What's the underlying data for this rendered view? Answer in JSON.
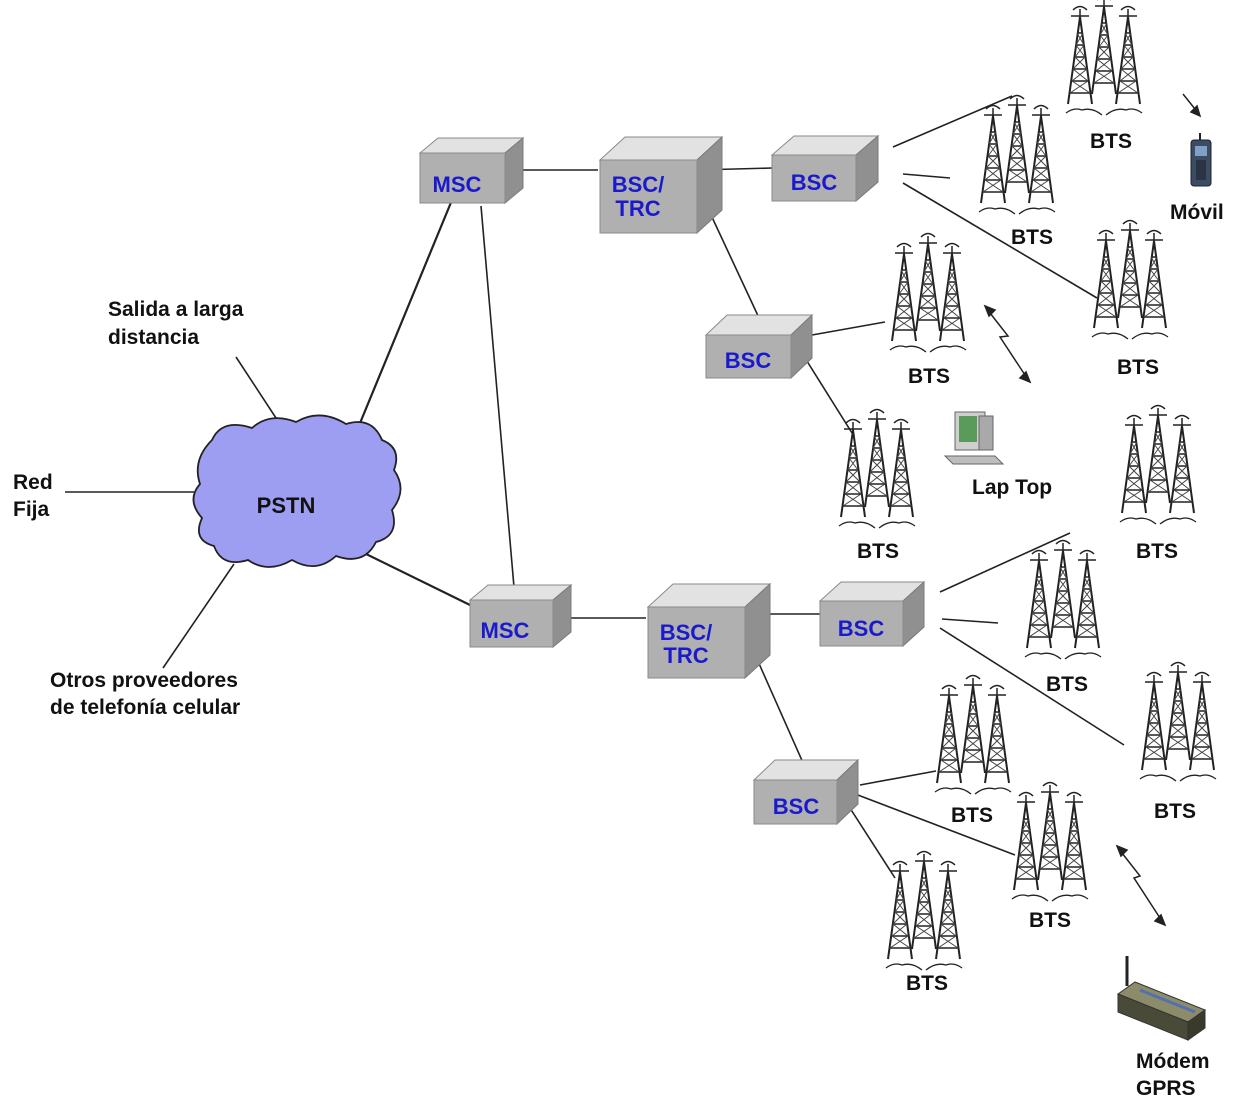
{
  "cloud": {
    "label": "PSTN"
  },
  "labels": {
    "salida_line1": "Salida a larga",
    "salida_line2": "distancia",
    "red_line1": "Red",
    "red_line2": "Fija",
    "otros_line1": "Otros proveedores",
    "otros_line2": "de telefonía celular",
    "laptop": "Lap Top",
    "movil": "Móvil",
    "modem_line1": "Módem",
    "modem_line2": "GPRS"
  },
  "boxes": {
    "msc_top": "MSC",
    "msc_bottom": "MSC",
    "bsctrc_top_line1": "BSC/",
    "bsctrc_top_line2": "TRC",
    "bsctrc_bottom_line1": "BSC/",
    "bsctrc_bottom_line2": "TRC",
    "bsc_top_a": "BSC",
    "bsc_top_b": "BSC",
    "bsc_bottom_a": "BSC",
    "bsc_bottom_b": "BSC"
  },
  "bts_label": "BTS",
  "colors": {
    "cloud_fill": "#9d9df2",
    "box_fill": "#b0b0b0",
    "box_label": "#1a1acc",
    "line": "#222222"
  }
}
